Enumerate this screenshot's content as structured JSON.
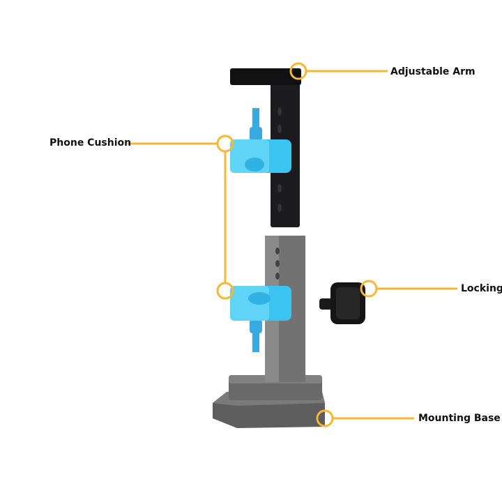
{
  "labels": {
    "adjustable_arm": "Adjustable Arm",
    "phone_cushion": "Phone Cushion",
    "locking": "Locking",
    "mounting_base": "Mounting Base"
  },
  "colors": {
    "callout": "#F7B733",
    "arm": "#1c1c1e",
    "cushion": "#3cc4f0",
    "base": "#6e6e6e",
    "text": "#111111"
  }
}
